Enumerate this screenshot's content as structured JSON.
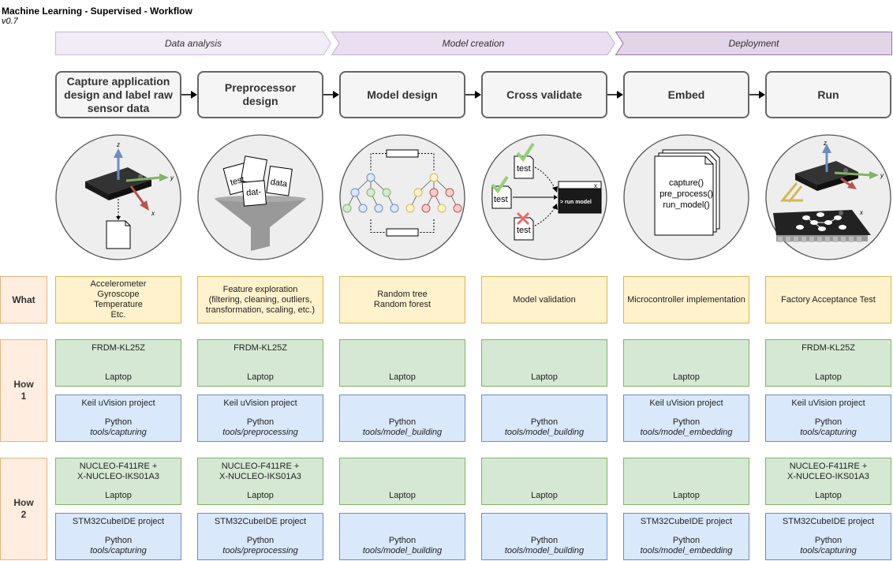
{
  "header": {
    "title": "Machine Learning - Supervised - Workflow",
    "version": "v0.7"
  },
  "phases": [
    "Data analysis",
    "Model creation",
    "Deployment"
  ],
  "steps": [
    "Capture application design and label raw sensor data",
    "Preprocessor design",
    "Model design",
    "Cross validate",
    "Embed",
    "Run"
  ],
  "illustrations": {
    "axes": {
      "z": "z",
      "y": "y",
      "x": "x"
    },
    "preprocess_papers": [
      "test",
      "data",
      "dat-"
    ],
    "cross_validate": {
      "test1": "test",
      "test2": "test",
      "test3": "test",
      "terminal": "> run model",
      "close": "x"
    },
    "embed_code": [
      "capture()",
      "pre_process()",
      "run_model()"
    ]
  },
  "row_labels": {
    "what": "What",
    "how1_a": "How",
    "how1_b": "1",
    "how2_a": "How",
    "how2_b": "2"
  },
  "what": [
    [
      "Accelerometer",
      "Gyroscope",
      "Temperature",
      "Etc."
    ],
    [
      "Feature exploration",
      "(filtering, cleaning, outliers,",
      "transformation, scaling, etc.)"
    ],
    [
      "Random tree",
      "Random forest"
    ],
    [
      "Model validation"
    ],
    [
      "Microcontroller implementation"
    ],
    [
      "Factory Acceptance Test"
    ]
  ],
  "how1_hw": [
    {
      "board": "FRDM-KL25Z",
      "host": "Laptop"
    },
    {
      "board": "FRDM-KL25Z",
      "host": "Laptop"
    },
    {
      "board": "",
      "host": "Laptop"
    },
    {
      "board": "",
      "host": "Laptop"
    },
    {
      "board": "",
      "host": "Laptop"
    },
    {
      "board": "FRDM-KL25Z",
      "host": "Laptop"
    }
  ],
  "how1_sw": [
    {
      "project": "Keil uVision project",
      "lang": "Python",
      "path": "tools/capturing"
    },
    {
      "project": "Keil uVision project",
      "lang": "Python",
      "path": "tools/preprocessing"
    },
    {
      "project": "",
      "lang": "Python",
      "path": "tools/model_building"
    },
    {
      "project": "",
      "lang": "Python",
      "path": "tools/model_building"
    },
    {
      "project": "Keil uVision project",
      "lang": "Python",
      "path": "tools/model_embedding"
    },
    {
      "project": "Keil uVision project",
      "lang": "Python",
      "path": "tools/capturing"
    }
  ],
  "how2_hw": [
    {
      "board1": "NUCLEO-F411RE +",
      "board2": "X-NUCLEO-IKS01A3",
      "host": "Laptop"
    },
    {
      "board1": "NUCLEO-F411RE +",
      "board2": "X-NUCLEO-IKS01A3",
      "host": "Laptop"
    },
    {
      "board1": "",
      "board2": "",
      "host": "Laptop"
    },
    {
      "board1": "",
      "board2": "",
      "host": "Laptop"
    },
    {
      "board1": "",
      "board2": "",
      "host": "Laptop"
    },
    {
      "board1": "NUCLEO-F411RE +",
      "board2": "X-NUCLEO-IKS01A3",
      "host": "Laptop"
    }
  ],
  "how2_sw": [
    {
      "project": "STM32CubeIDE project",
      "lang": "Python",
      "path": "tools/capturing"
    },
    {
      "project": "STM32CubeIDE project",
      "lang": "Python",
      "path": "tools/preprocessing"
    },
    {
      "project": "",
      "lang": "Python",
      "path": "tools/model_building"
    },
    {
      "project": "",
      "lang": "Python",
      "path": "tools/model_building"
    },
    {
      "project": "STM32CubeIDE project",
      "lang": "Python",
      "path": "tools/model_embedding"
    },
    {
      "project": "STM32CubeIDE project",
      "lang": "Python",
      "path": "tools/capturing"
    }
  ],
  "colors": {
    "phase1": "#f1ecf6",
    "phase2": "#e9dff0",
    "phase3": "#e1d5e7",
    "what": "#fff2cc",
    "hardware": "#d5e8d4",
    "software": "#dae8fc",
    "label": "#ffeee0"
  }
}
